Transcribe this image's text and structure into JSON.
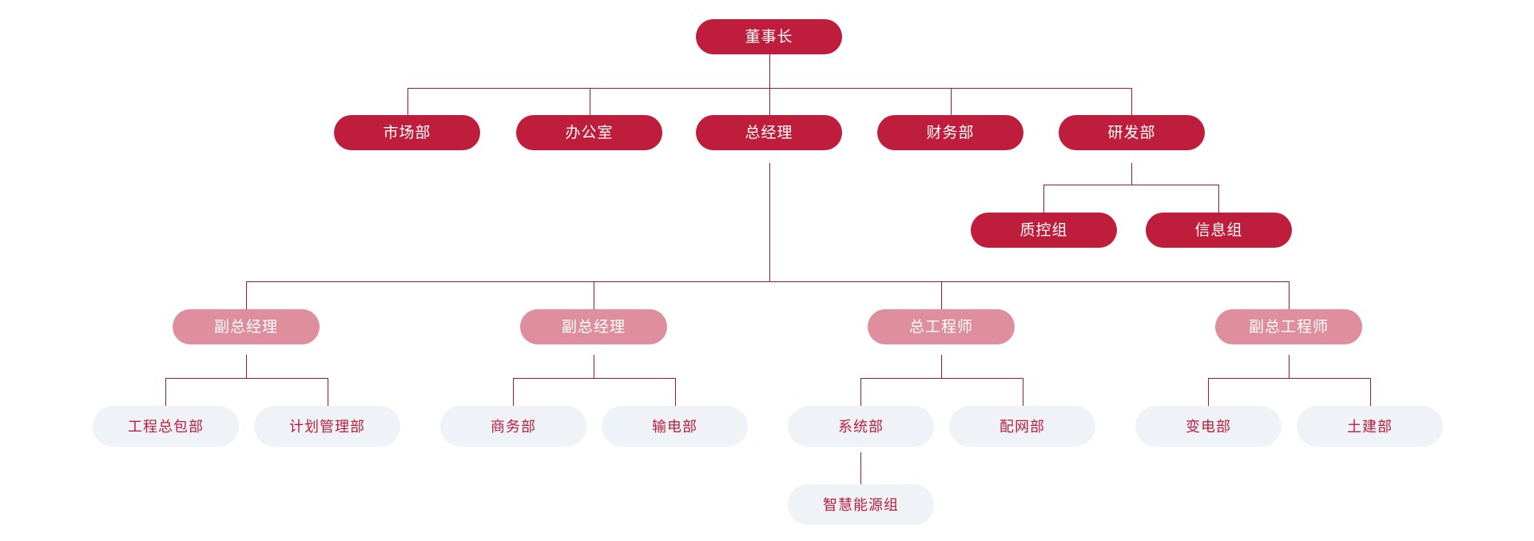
{
  "chart_data": {
    "type": "diagram",
    "diagram_type": "organization-chart",
    "title": "",
    "orientation": "top-down",
    "colors": {
      "level1_fill": "#BE1E3C",
      "level1_text": "#FFFFFF",
      "level2_fill": "#DE8E9C",
      "level2_text": "#FFFFFF",
      "level3_fill": "#EFF3F7",
      "level3_text": "#BE1E3C",
      "connector": "#A81733",
      "background": "#FFFFFF"
    },
    "levels": [
      {
        "index": 0,
        "style": "primary",
        "node_ids": [
          "chairman"
        ]
      },
      {
        "index": 1,
        "style": "primary",
        "node_ids": [
          "marketing",
          "office",
          "general-manager",
          "finance",
          "rnd"
        ]
      },
      {
        "index": 2,
        "style": "primary",
        "node_ids": [
          "qc-group",
          "info-group"
        ]
      },
      {
        "index": 3,
        "style": "secondary",
        "node_ids": [
          "deputy-gm-1",
          "deputy-gm-2",
          "chief-engineer",
          "deputy-chief-engineer"
        ]
      },
      {
        "index": 4,
        "style": "tertiary",
        "node_ids": [
          "epc-dept",
          "planning-dept",
          "commerce-dept",
          "transmission-dept",
          "system-dept",
          "distribution-dept",
          "substation-dept",
          "civil-dept"
        ]
      },
      {
        "index": 5,
        "style": "tertiary",
        "node_ids": [
          "smart-energy-group"
        ]
      }
    ],
    "edges": [
      {
        "from": "chairman",
        "to": "marketing"
      },
      {
        "from": "chairman",
        "to": "office"
      },
      {
        "from": "chairman",
        "to": "general-manager"
      },
      {
        "from": "chairman",
        "to": "finance"
      },
      {
        "from": "chairman",
        "to": "rnd"
      },
      {
        "from": "rnd",
        "to": "qc-group"
      },
      {
        "from": "rnd",
        "to": "info-group"
      },
      {
        "from": "general-manager",
        "to": "deputy-gm-1"
      },
      {
        "from": "general-manager",
        "to": "deputy-gm-2"
      },
      {
        "from": "general-manager",
        "to": "chief-engineer"
      },
      {
        "from": "general-manager",
        "to": "deputy-chief-engineer"
      },
      {
        "from": "deputy-gm-1",
        "to": "epc-dept"
      },
      {
        "from": "deputy-gm-1",
        "to": "planning-dept"
      },
      {
        "from": "deputy-gm-2",
        "to": "commerce-dept"
      },
      {
        "from": "deputy-gm-2",
        "to": "transmission-dept"
      },
      {
        "from": "chief-engineer",
        "to": "system-dept"
      },
      {
        "from": "chief-engineer",
        "to": "distribution-dept"
      },
      {
        "from": "deputy-chief-engineer",
        "to": "substation-dept"
      },
      {
        "from": "deputy-chief-engineer",
        "to": "civil-dept"
      },
      {
        "from": "system-dept",
        "to": "smart-energy-group"
      }
    ]
  },
  "nodes": {
    "chairman": {
      "label": "董事长"
    },
    "marketing": {
      "label": "市场部"
    },
    "office": {
      "label": "办公室"
    },
    "general_manager": {
      "label": "总经理"
    },
    "finance": {
      "label": "财务部"
    },
    "rnd": {
      "label": "研发部"
    },
    "qc_group": {
      "label": "质控组"
    },
    "info_group": {
      "label": "信息组"
    },
    "deputy_gm_1": {
      "label": "副总经理"
    },
    "deputy_gm_2": {
      "label": "副总经理"
    },
    "chief_engineer": {
      "label": "总工程师"
    },
    "deputy_chief_engineer": {
      "label": "副总工程师"
    },
    "epc_dept": {
      "label": "工程总包部"
    },
    "planning_dept": {
      "label": "计划管理部"
    },
    "commerce_dept": {
      "label": "商务部"
    },
    "transmission_dept": {
      "label": "输电部"
    },
    "system_dept": {
      "label": "系统部"
    },
    "distribution_dept": {
      "label": "配网部"
    },
    "substation_dept": {
      "label": "变电部"
    },
    "civil_dept": {
      "label": "土建部"
    },
    "smart_energy_group": {
      "label": "智慧能源组"
    }
  }
}
